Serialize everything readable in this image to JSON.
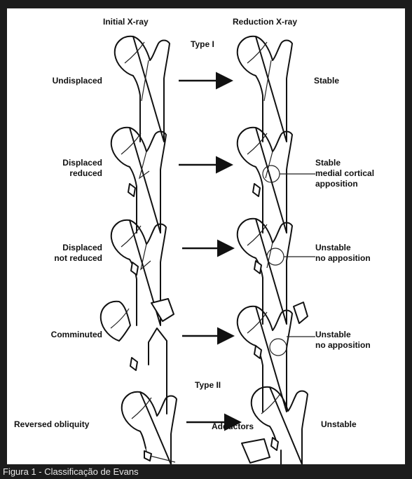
{
  "headers": {
    "initial": "Initial X-ray",
    "reduction": "Reduction X-ray"
  },
  "types": {
    "type1": "Type I",
    "type2": "Type II"
  },
  "rows": [
    {
      "left": "Undisplaced",
      "right": "Stable"
    },
    {
      "left": "Displaced\nreduced",
      "right": "Stable\nmedial cortical\napposition"
    },
    {
      "left": "Displaced\nnot reduced",
      "right": "Unstable\nno apposition"
    },
    {
      "left": "Comminuted",
      "right": "Unstable\nno apposition"
    },
    {
      "left": "Reversed obliquity",
      "right": "Unstable"
    }
  ],
  "annotation": "Adductors",
  "caption": "Figura 1 - Classificação de Evans",
  "colors": {
    "frame": "#1c1c1c",
    "panel": "#ffffff",
    "ink": "#111111",
    "caption_text": "#e8e8e8"
  }
}
